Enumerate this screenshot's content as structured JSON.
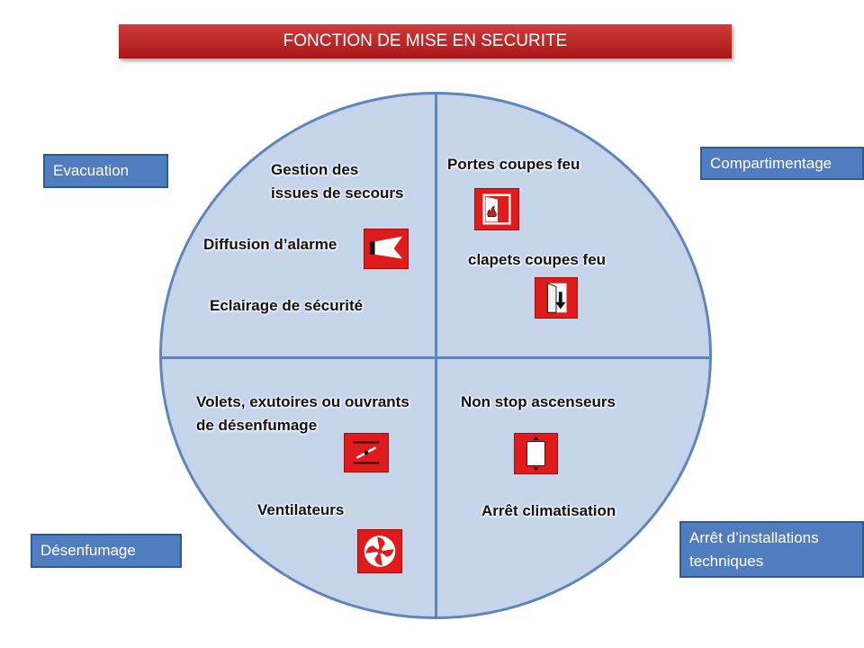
{
  "title": "FONCTION DE MISE EN SECURITE",
  "categories": {
    "evacuation": "Evacuation",
    "compartimentage": "Compartimentage",
    "desenfumage": "Désenfumage",
    "arret_line1": "Arrêt d’installations",
    "arret_line2": "techniques"
  },
  "labels": {
    "gestion_line1": "Gestion des",
    "gestion_line2": "issues de secours",
    "diffusion": "Diffusion d’alarme",
    "eclairage": "Eclairage de sécurité",
    "portes": "Portes coupes feu",
    "clapets": "clapets coupes feu",
    "volets_line1": "Volets, exutoires ou ouvrants",
    "volets_line2": "de désenfumage",
    "ventilateurs": "Ventilateurs",
    "non_stop": "Non stop ascenseurs",
    "arret_clim": "Arrêt climatisation"
  },
  "colors": {
    "title_red": "#c02626",
    "circle_fill": "#c6d4ea",
    "circle_border": "#5f86ba",
    "category_blue": "#4f7dbf",
    "icon_red": "#e01b1b"
  },
  "icons": [
    "alarm-horn-icon",
    "fire-door-icon",
    "fire-damper-icon",
    "smoke-vent-icon",
    "elevator-icon",
    "fan-icon"
  ]
}
